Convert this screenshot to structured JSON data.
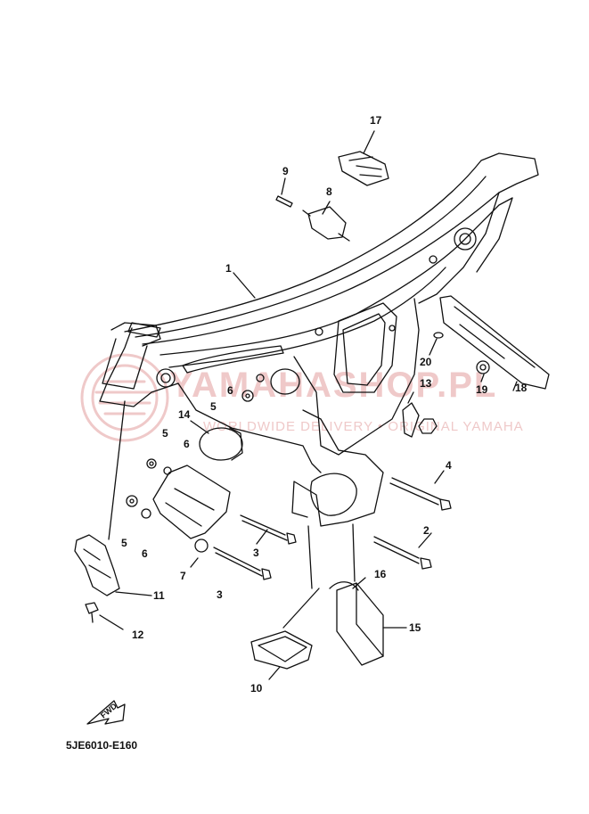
{
  "diagram": {
    "code": "5JE6010-E160",
    "fwd_label": "FWD",
    "watermark": "YAMAHASHOP.PL",
    "watermark_sub": "WORLDWIDE DELIVERY • ORIGINAL YAMAHA",
    "callouts": [
      {
        "id": "c1",
        "text": "1"
      },
      {
        "id": "c2",
        "text": "2"
      },
      {
        "id": "c3a",
        "text": "3"
      },
      {
        "id": "c3b",
        "text": "3"
      },
      {
        "id": "c4",
        "text": "4"
      },
      {
        "id": "c5a",
        "text": "5"
      },
      {
        "id": "c5b",
        "text": "5"
      },
      {
        "id": "c5c",
        "text": "5"
      },
      {
        "id": "c6a",
        "text": "6"
      },
      {
        "id": "c6b",
        "text": "6"
      },
      {
        "id": "c6c",
        "text": "6"
      },
      {
        "id": "c7",
        "text": "7"
      },
      {
        "id": "c8",
        "text": "8"
      },
      {
        "id": "c9",
        "text": "9"
      },
      {
        "id": "c10",
        "text": "10"
      },
      {
        "id": "c11",
        "text": "11"
      },
      {
        "id": "c12",
        "text": "12"
      },
      {
        "id": "c13",
        "text": "13"
      },
      {
        "id": "c14",
        "text": "14"
      },
      {
        "id": "c15",
        "text": "15"
      },
      {
        "id": "c16",
        "text": "16"
      },
      {
        "id": "c17",
        "text": "17"
      },
      {
        "id": "c18",
        "text": "18"
      },
      {
        "id": "c19",
        "text": "19"
      },
      {
        "id": "c20",
        "text": "20"
      }
    ]
  }
}
